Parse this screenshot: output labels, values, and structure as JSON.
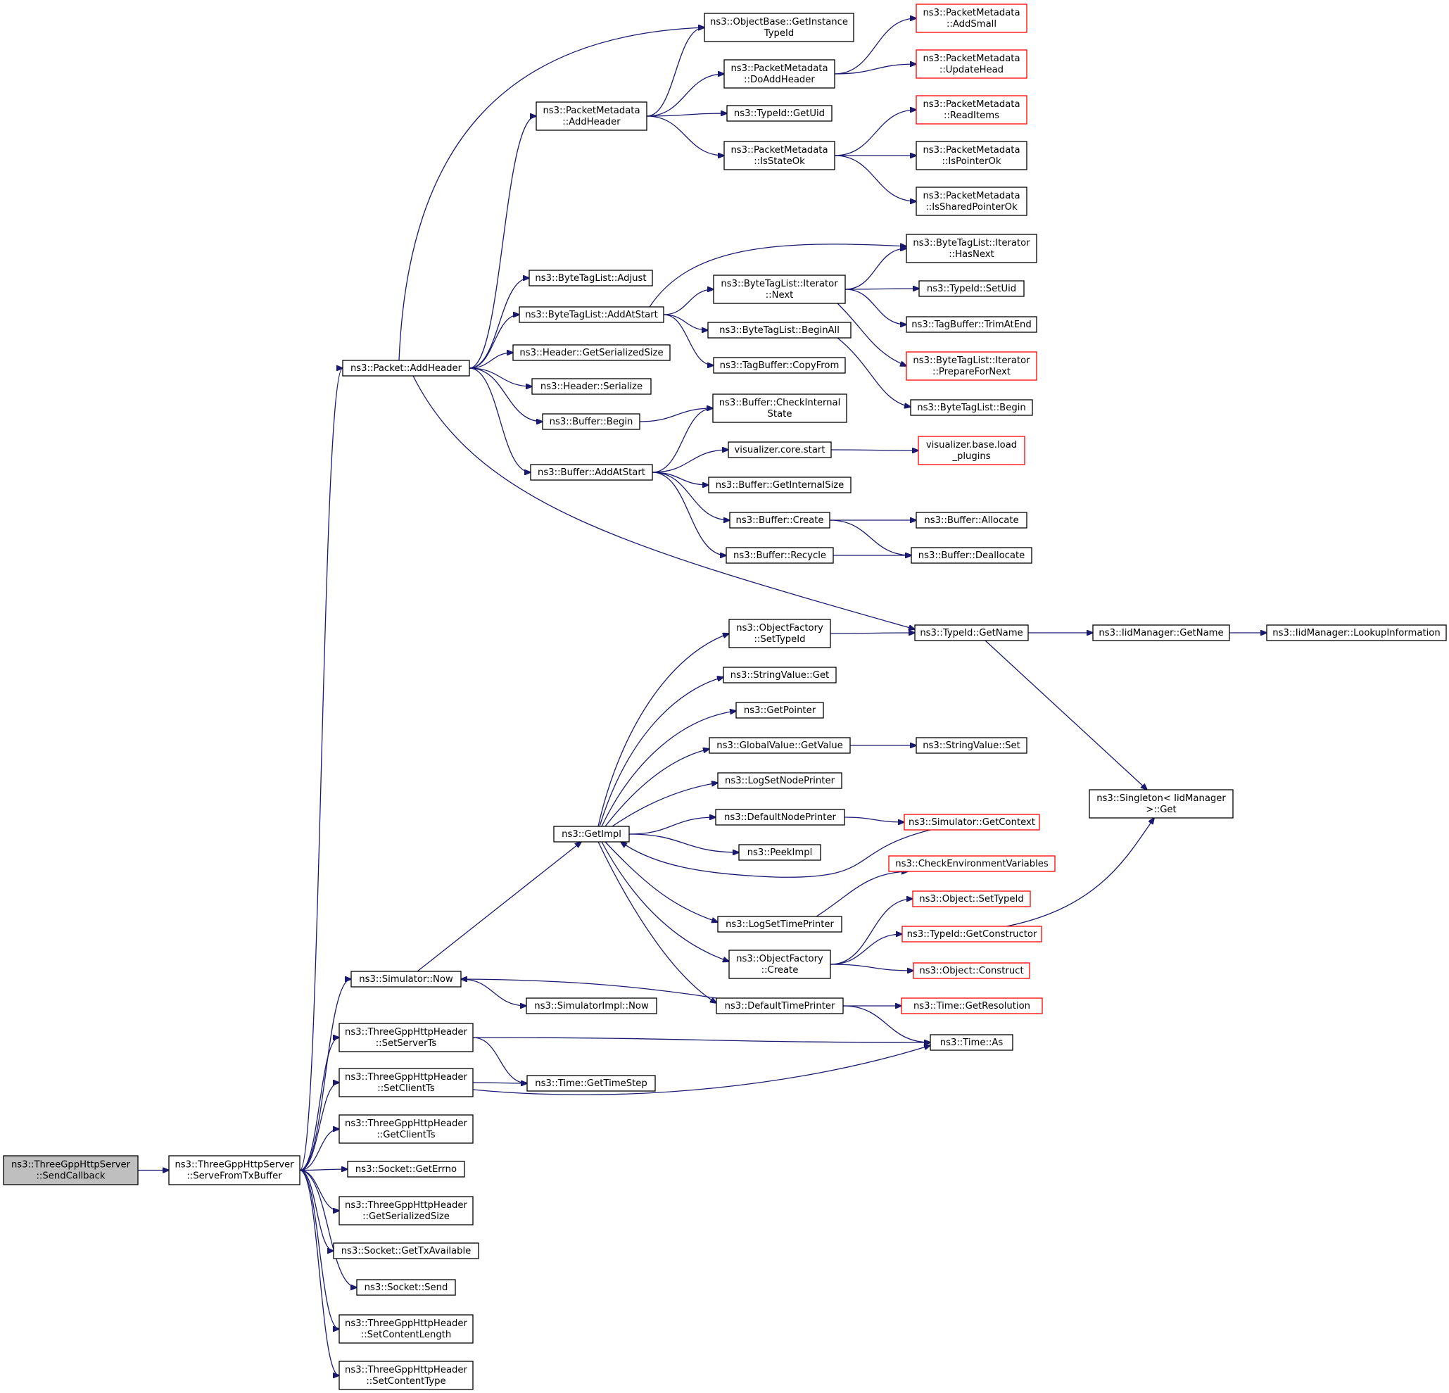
{
  "diagram": {
    "nodes": [
      {
        "id": "n0",
        "lines": [
          "ns3::ThreeGppHttpServer",
          "::SendCallback"
        ],
        "style": "root"
      },
      {
        "id": "n1",
        "lines": [
          "ns3::ThreeGppHttpServer",
          "::ServeFromTxBuffer"
        ],
        "style": "normal"
      },
      {
        "id": "n2",
        "lines": [
          "ns3::Packet::AddHeader"
        ],
        "style": "normal"
      },
      {
        "id": "n3",
        "lines": [
          "ns3::ObjectBase::GetInstance",
          "TypeId"
        ],
        "style": "normal"
      },
      {
        "id": "n4",
        "lines": [
          "ns3::PacketMetadata",
          "::AddHeader"
        ],
        "style": "normal"
      },
      {
        "id": "n5",
        "lines": [
          "ns3::PacketMetadata",
          "::DoAddHeader"
        ],
        "style": "normal"
      },
      {
        "id": "n6",
        "lines": [
          "ns3::PacketMetadata",
          "::AddSmall"
        ],
        "style": "red"
      },
      {
        "id": "n7",
        "lines": [
          "ns3::PacketMetadata",
          "::UpdateHead"
        ],
        "style": "red"
      },
      {
        "id": "n8",
        "lines": [
          "ns3::TypeId::GetUid"
        ],
        "style": "normal"
      },
      {
        "id": "n9",
        "lines": [
          "ns3::PacketMetadata",
          "::IsStateOk"
        ],
        "style": "normal"
      },
      {
        "id": "n10",
        "lines": [
          "ns3::PacketMetadata",
          "::ReadItems"
        ],
        "style": "red"
      },
      {
        "id": "n11",
        "lines": [
          "ns3::PacketMetadata",
          "::IsPointerOk"
        ],
        "style": "normal"
      },
      {
        "id": "n12",
        "lines": [
          "ns3::PacketMetadata",
          "::IsSharedPointerOk"
        ],
        "style": "normal"
      },
      {
        "id": "n13",
        "lines": [
          "ns3::ByteTagList::Adjust"
        ],
        "style": "normal"
      },
      {
        "id": "n14",
        "lines": [
          "ns3::ByteTagList::AddAtStart"
        ],
        "style": "normal"
      },
      {
        "id": "n15",
        "lines": [
          "ns3::ByteTagList::Iterator",
          "::HasNext"
        ],
        "style": "normal"
      },
      {
        "id": "n16",
        "lines": [
          "ns3::ByteTagList::Iterator",
          "::Next"
        ],
        "style": "normal"
      },
      {
        "id": "n17",
        "lines": [
          "ns3::TypeId::SetUid"
        ],
        "style": "normal"
      },
      {
        "id": "n18",
        "lines": [
          "ns3::TagBuffer::TrimAtEnd"
        ],
        "style": "normal"
      },
      {
        "id": "n19",
        "lines": [
          "ns3::ByteTagList::Iterator",
          "::PrepareForNext"
        ],
        "style": "red"
      },
      {
        "id": "n20",
        "lines": [
          "ns3::ByteTagList::BeginAll"
        ],
        "style": "normal"
      },
      {
        "id": "n21",
        "lines": [
          "ns3::ByteTagList::Begin"
        ],
        "style": "normal"
      },
      {
        "id": "n22",
        "lines": [
          "ns3::TagBuffer::CopyFrom"
        ],
        "style": "normal"
      },
      {
        "id": "n23",
        "lines": [
          "ns3::Header::GetSerializedSize"
        ],
        "style": "normal"
      },
      {
        "id": "n24",
        "lines": [
          "ns3::Header::Serialize"
        ],
        "style": "normal"
      },
      {
        "id": "n25",
        "lines": [
          "ns3::Buffer::Begin"
        ],
        "style": "normal"
      },
      {
        "id": "n26",
        "lines": [
          "ns3::Buffer::CheckInternal",
          "State"
        ],
        "style": "normal"
      },
      {
        "id": "n27",
        "lines": [
          "ns3::Buffer::AddAtStart"
        ],
        "style": "normal"
      },
      {
        "id": "n28",
        "lines": [
          "visualizer.core.start"
        ],
        "style": "normal"
      },
      {
        "id": "n29",
        "lines": [
          "visualizer.base.load",
          "_plugins"
        ],
        "style": "red"
      },
      {
        "id": "n30",
        "lines": [
          "ns3::Buffer::GetInternalSize"
        ],
        "style": "normal"
      },
      {
        "id": "n31",
        "lines": [
          "ns3::Buffer::Create"
        ],
        "style": "normal"
      },
      {
        "id": "n32",
        "lines": [
          "ns3::Buffer::Allocate"
        ],
        "style": "normal"
      },
      {
        "id": "n33",
        "lines": [
          "ns3::Buffer::Recycle"
        ],
        "style": "normal"
      },
      {
        "id": "n34",
        "lines": [
          "ns3::Buffer::Deallocate"
        ],
        "style": "normal"
      },
      {
        "id": "n35",
        "lines": [
          "ns3::TypeId::GetName"
        ],
        "style": "normal"
      },
      {
        "id": "n36",
        "lines": [
          "ns3::IidManager::GetName"
        ],
        "style": "normal"
      },
      {
        "id": "n37",
        "lines": [
          "ns3::IidManager::LookupInformation"
        ],
        "style": "normal"
      },
      {
        "id": "n38",
        "lines": [
          "ns3::Singleton< IidManager",
          " >::Get"
        ],
        "style": "normal"
      },
      {
        "id": "n39",
        "lines": [
          "ns3::ObjectFactory",
          "::SetTypeId"
        ],
        "style": "normal"
      },
      {
        "id": "n40",
        "lines": [
          "ns3::StringValue::Get"
        ],
        "style": "normal"
      },
      {
        "id": "n41",
        "lines": [
          "ns3::GetPointer"
        ],
        "style": "normal"
      },
      {
        "id": "n42",
        "lines": [
          "ns3::GlobalValue::GetValue"
        ],
        "style": "normal"
      },
      {
        "id": "n43",
        "lines": [
          "ns3::StringValue::Set"
        ],
        "style": "normal"
      },
      {
        "id": "n44",
        "lines": [
          "ns3::LogSetNodePrinter"
        ],
        "style": "normal"
      },
      {
        "id": "n45",
        "lines": [
          "ns3::DefaultNodePrinter"
        ],
        "style": "normal"
      },
      {
        "id": "n46",
        "lines": [
          "ns3::Simulator::GetContext"
        ],
        "style": "red"
      },
      {
        "id": "n47",
        "lines": [
          "ns3::GetImpl"
        ],
        "style": "normal"
      },
      {
        "id": "n48",
        "lines": [
          "ns3::PeekImpl"
        ],
        "style": "normal"
      },
      {
        "id": "n49",
        "lines": [
          "ns3::CheckEnvironmentVariables"
        ],
        "style": "red"
      },
      {
        "id": "n50",
        "lines": [
          "ns3::LogSetTimePrinter"
        ],
        "style": "normal"
      },
      {
        "id": "n51",
        "lines": [
          "ns3::Object::SetTypeId"
        ],
        "style": "red"
      },
      {
        "id": "n52",
        "lines": [
          "ns3::TypeId::GetConstructor"
        ],
        "style": "red"
      },
      {
        "id": "n53",
        "lines": [
          "ns3::ObjectFactory",
          "::Create"
        ],
        "style": "normal"
      },
      {
        "id": "n54",
        "lines": [
          "ns3::Object::Construct"
        ],
        "style": "red"
      },
      {
        "id": "n55",
        "lines": [
          "ns3::Simulator::Now"
        ],
        "style": "normal"
      },
      {
        "id": "n56",
        "lines": [
          "ns3::SimulatorImpl::Now"
        ],
        "style": "normal"
      },
      {
        "id": "n57",
        "lines": [
          "ns3::DefaultTimePrinter"
        ],
        "style": "normal"
      },
      {
        "id": "n58",
        "lines": [
          "ns3::Time::GetResolution"
        ],
        "style": "red"
      },
      {
        "id": "n59",
        "lines": [
          "ns3::ThreeGppHttpHeader",
          "::SetServerTs"
        ],
        "style": "normal"
      },
      {
        "id": "n60",
        "lines": [
          "ns3::Time::As"
        ],
        "style": "normal"
      },
      {
        "id": "n61",
        "lines": [
          "ns3::ThreeGppHttpHeader",
          "::SetClientTs"
        ],
        "style": "normal"
      },
      {
        "id": "n62",
        "lines": [
          "ns3::Time::GetTimeStep"
        ],
        "style": "normal"
      },
      {
        "id": "n63",
        "lines": [
          "ns3::ThreeGppHttpHeader",
          "::GetClientTs"
        ],
        "style": "normal"
      },
      {
        "id": "n64",
        "lines": [
          "ns3::Socket::GetErrno"
        ],
        "style": "normal"
      },
      {
        "id": "n65",
        "lines": [
          "ns3::ThreeGppHttpHeader",
          "::GetSerializedSize"
        ],
        "style": "normal"
      },
      {
        "id": "n66",
        "lines": [
          "ns3::Socket::GetTxAvailable"
        ],
        "style": "normal"
      },
      {
        "id": "n67",
        "lines": [
          "ns3::Socket::Send"
        ],
        "style": "normal"
      },
      {
        "id": "n68",
        "lines": [
          "ns3::ThreeGppHttpHeader",
          "::SetContentLength"
        ],
        "style": "normal"
      },
      {
        "id": "n69",
        "lines": [
          "ns3::ThreeGppHttpHeader",
          "::SetContentType"
        ],
        "style": "normal"
      }
    ],
    "edges": [
      [
        "n0",
        "n1"
      ],
      [
        "n1",
        "n2"
      ],
      [
        "n1",
        "n55"
      ],
      [
        "n1",
        "n59"
      ],
      [
        "n1",
        "n61"
      ],
      [
        "n1",
        "n63"
      ],
      [
        "n1",
        "n64"
      ],
      [
        "n1",
        "n65"
      ],
      [
        "n1",
        "n66"
      ],
      [
        "n1",
        "n67"
      ],
      [
        "n1",
        "n68"
      ],
      [
        "n1",
        "n69"
      ],
      [
        "n2",
        "n3"
      ],
      [
        "n2",
        "n4"
      ],
      [
        "n2",
        "n13"
      ],
      [
        "n2",
        "n14"
      ],
      [
        "n2",
        "n23"
      ],
      [
        "n2",
        "n24"
      ],
      [
        "n2",
        "n25"
      ],
      [
        "n2",
        "n27"
      ],
      [
        "n2",
        "n35"
      ],
      [
        "n4",
        "n3"
      ],
      [
        "n4",
        "n5"
      ],
      [
        "n4",
        "n8"
      ],
      [
        "n4",
        "n9"
      ],
      [
        "n5",
        "n6"
      ],
      [
        "n5",
        "n7"
      ],
      [
        "n9",
        "n10"
      ],
      [
        "n9",
        "n11"
      ],
      [
        "n9",
        "n12"
      ],
      [
        "n14",
        "n15"
      ],
      [
        "n14",
        "n16"
      ],
      [
        "n14",
        "n20"
      ],
      [
        "n14",
        "n22"
      ],
      [
        "n16",
        "n15"
      ],
      [
        "n16",
        "n17"
      ],
      [
        "n16",
        "n18"
      ],
      [
        "n16",
        "n19"
      ],
      [
        "n20",
        "n21"
      ],
      [
        "n25",
        "n26"
      ],
      [
        "n27",
        "n26"
      ],
      [
        "n27",
        "n28"
      ],
      [
        "n27",
        "n30"
      ],
      [
        "n27",
        "n31"
      ],
      [
        "n27",
        "n33"
      ],
      [
        "n28",
        "n29"
      ],
      [
        "n31",
        "n32"
      ],
      [
        "n31",
        "n34"
      ],
      [
        "n33",
        "n34"
      ],
      [
        "n35",
        "n36"
      ],
      [
        "n35",
        "n38"
      ],
      [
        "n36",
        "n37"
      ],
      [
        "n39",
        "n35"
      ],
      [
        "n42",
        "n43"
      ],
      [
        "n45",
        "n46"
      ],
      [
        "n46",
        "n47"
      ],
      [
        "n47",
        "n39"
      ],
      [
        "n47",
        "n40"
      ],
      [
        "n47",
        "n41"
      ],
      [
        "n47",
        "n42"
      ],
      [
        "n47",
        "n44"
      ],
      [
        "n47",
        "n45"
      ],
      [
        "n47",
        "n48"
      ],
      [
        "n47",
        "n50"
      ],
      [
        "n47",
        "n53"
      ],
      [
        "n47",
        "n57"
      ],
      [
        "n50",
        "n49"
      ],
      [
        "n52",
        "n38"
      ],
      [
        "n53",
        "n51"
      ],
      [
        "n53",
        "n52"
      ],
      [
        "n53",
        "n54"
      ],
      [
        "n55",
        "n47"
      ],
      [
        "n55",
        "n56"
      ],
      [
        "n57",
        "n55"
      ],
      [
        "n57",
        "n58"
      ],
      [
        "n57",
        "n60"
      ],
      [
        "n59",
        "n60"
      ],
      [
        "n59",
        "n62"
      ],
      [
        "n61",
        "n62"
      ],
      [
        "n61",
        "n60"
      ]
    ]
  }
}
